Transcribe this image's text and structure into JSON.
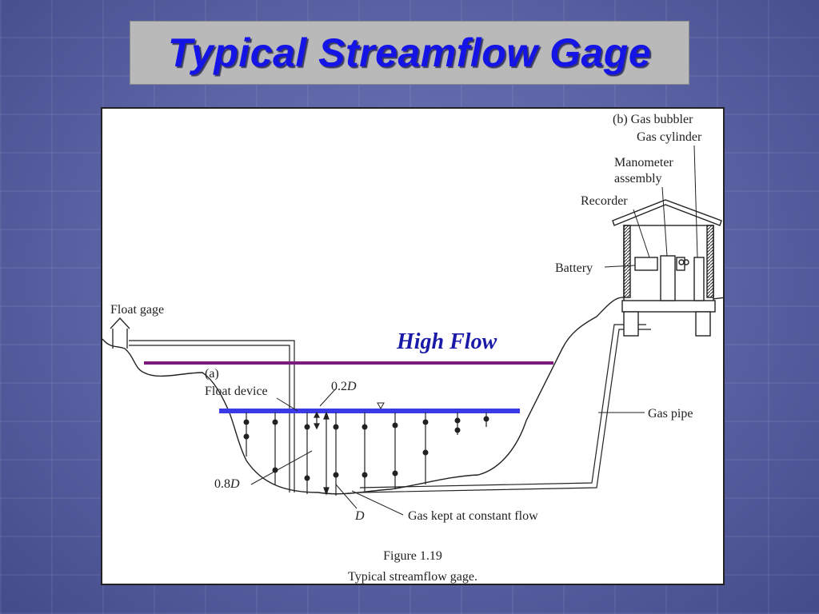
{
  "slide": {
    "title": "Typical Streamflow Gage"
  },
  "figure": {
    "overlay_label": "High Flow",
    "labels": {
      "gas_bubbler": "(b) Gas bubbler",
      "gas_cylinder": "Gas cylinder",
      "manometer_line1": "Manometer",
      "manometer_line2": "assembly",
      "recorder": "Recorder",
      "battery": "Battery",
      "float_gage": "Float gage",
      "part_a": "(a)",
      "float_device": "Float device",
      "depth_02": "0.2",
      "depth_08": "0.8",
      "depth_d": "D",
      "gas_pipe": "Gas pipe",
      "gas_constant": "Gas kept at constant flow"
    },
    "caption_number": "Figure 1.19",
    "caption_text": "Typical streamflow gage."
  },
  "colors": {
    "title_text": "#1414e6",
    "high_flow_line": "#7a1a7a",
    "water_surface_line": "#3a3ae6"
  }
}
